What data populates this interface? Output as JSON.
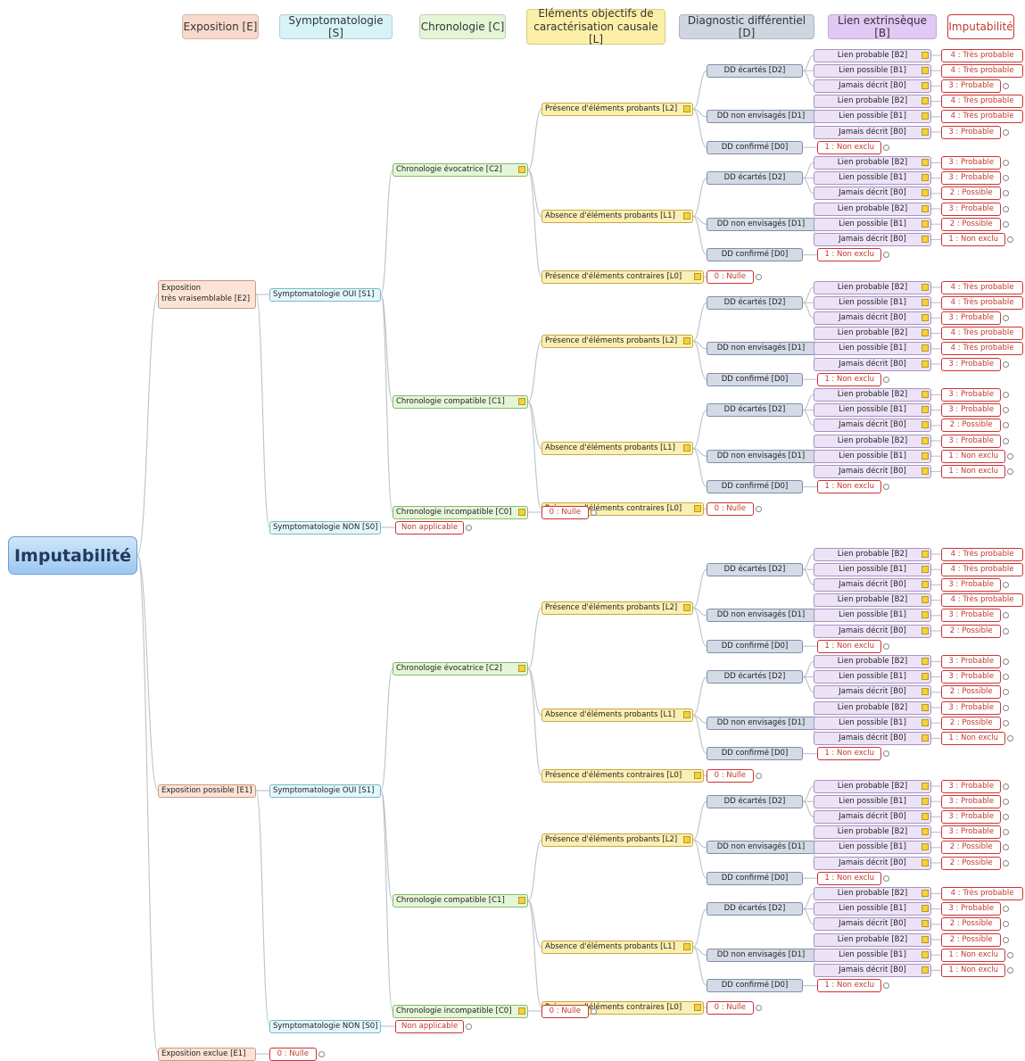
{
  "headers": [
    {
      "id": "E",
      "label": "Exposition [E]",
      "bg": "#f9d9cb"
    },
    {
      "id": "S",
      "label": "Symptomatologie [S]",
      "bg": "#d6f4f7"
    },
    {
      "id": "C",
      "label": "Chronologie [C]",
      "bg": "#e4f6d6"
    },
    {
      "id": "L",
      "label": "Eléments objectifs de caractérisation causale [L]",
      "bg": "#fbf0a6"
    },
    {
      "id": "D",
      "label": "Diagnostic différentiel [D]",
      "bg": "#cfd6e2"
    },
    {
      "id": "B",
      "label": "Lien extrinsèque [B]",
      "bg": "#e2c8f5"
    },
    {
      "id": "I",
      "label": "Imputabilité",
      "bg": "#ffffff"
    }
  ],
  "root": "Imputabilité",
  "exposure": [
    {
      "label": "Exposition\ntrès vraisemblable [E2]",
      "symptom_yes": "Symptomatologie OUI [S1]",
      "chrono": [
        {
          "label": "Chronologie évocatrice [C2]",
          "present": "Présence d'éléments probants [L2]",
          "absent": "Absence d'éléments probants [L1]",
          "contrary": "Présence d'éléments contraires [L0]",
          "contrary_result": "0 : Nulle"
        },
        {
          "label": "Chronologie compatible [C1]",
          "present": "Présence d'éléments probants [L2]",
          "absent": "Absence d'éléments probants [L1]",
          "contrary": "Présence d'éléments contraires [L0]",
          "contrary_result": "0 : Nulle"
        },
        {
          "label": "Chronologie incompatible [C0]",
          "result": "0 : Nulle"
        }
      ],
      "symptom_no": "Symptomatologie NON [S0]",
      "symptom_no_result": "Non applicable"
    },
    {
      "label": "Exposition possible [E1]",
      "symptom_yes": "Symptomatologie OUI [S1]",
      "chrono": [
        {
          "label": "Chronologie évocatrice [C2]",
          "present": "Présence d'éléments probants [L2]",
          "absent": "Absence d'éléments probants [L1]",
          "contrary": "Présence d'éléments contraires [L0]",
          "contrary_result": "0 : Nulle"
        },
        {
          "label": "Chronologie compatible [C1]",
          "present": "Présence d'éléments probants [L2]",
          "absent": "Absence d'éléments probants [L1]",
          "contrary": "Présence d'éléments contraires [L0]",
          "contrary_result": "0 : Nulle"
        },
        {
          "label": "Chronologie incompatible [C0]",
          "result": "0 : Nulle"
        }
      ],
      "symptom_no": "Symptomatologie NON [S0]",
      "symptom_no_result": "Non applicable"
    },
    {
      "label": "Exposition exclue [E1]",
      "result": "0 : Nulle"
    }
  ],
  "dd_labels": {
    "d2": "DD écartés [D2]",
    "d1": "DD non envisagés [D1]",
    "d0": "DD confirmé [D0]",
    "d0_result": "1 : Non exclu"
  },
  "b_labels": [
    "Lien probable [B2]",
    "Lien possible [B1]",
    "Jamais décrit [B0]"
  ],
  "results": [
    [
      "4 : Très probable",
      "4 : Très probable",
      "3 : Probable",
      "4 : Très probable",
      "4 : Très probable",
      "3 : Probable"
    ],
    [
      "3 : Probable",
      "3 : Probable",
      "2 : Possible",
      "3 : Probable",
      "2 : Possible",
      "1 : Non exclu"
    ],
    [
      "4 : Très probable",
      "4 : Très probable",
      "3 : Probable",
      "4 : Très probable",
      "4 : Très probable",
      "3 : Probable"
    ],
    [
      "3 : Probable",
      "3 : Probable",
      "2 : Possible",
      "3 : Probable",
      "1 : Non exclu",
      "1 : Non exclu"
    ],
    [
      "4 : Très probable",
      "4 : Très probable",
      "3 : Probable",
      "4 : Très probable",
      "3 : Probable",
      "2 : Possible"
    ],
    [
      "3 : Probable",
      "3 : Probable",
      "2 : Possible",
      "3 : Probable",
      "2 : Possible",
      "1 : Non exclu"
    ],
    [
      "3 : Probable",
      "3 : Probable",
      "3 : Probable",
      "3 : Probable",
      "2 : Possible",
      "2 : Possible"
    ],
    [
      "4 : Très probable",
      "3 : Probable",
      "2 : Possible",
      "2 : Possible",
      "1 : Non exclu",
      "1 : Non exclu"
    ]
  ]
}
